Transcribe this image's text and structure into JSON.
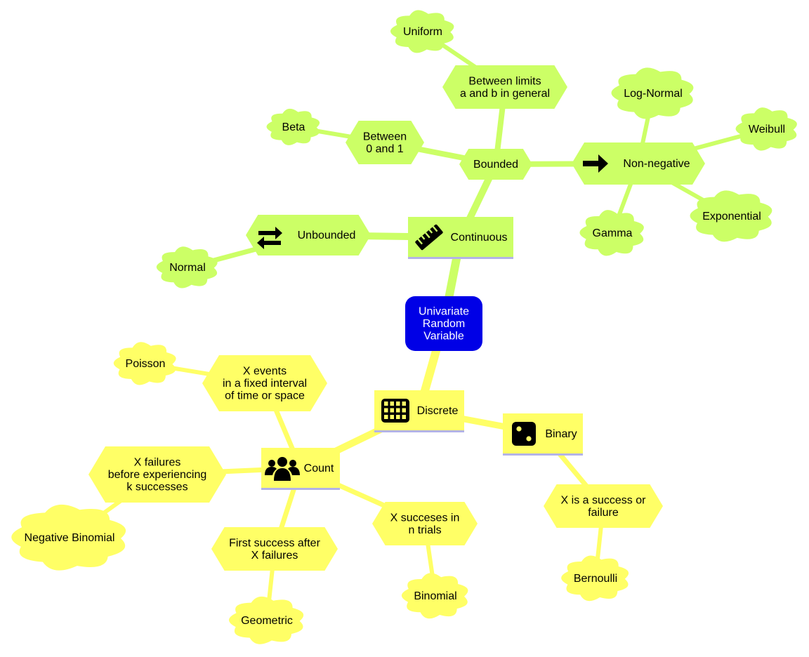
{
  "colors": {
    "continuous": "#ccff66",
    "discrete": "#ffff66",
    "root": "#0000e6",
    "root_text": "#ffffff",
    "text": "#000000",
    "underline": "#b3b3e6"
  },
  "diagram": {
    "root": {
      "label": [
        "Univariate",
        "Random",
        "Variable"
      ]
    },
    "nodes": {
      "continuous": {
        "label": [
          "Continuous"
        ],
        "icon": "ruler-icon"
      },
      "unbounded": {
        "label": [
          "Unbounded"
        ],
        "icon": "swap-arrows-icon"
      },
      "normal": {
        "label": [
          "Normal"
        ]
      },
      "bounded": {
        "label": [
          "Bounded"
        ]
      },
      "between01": {
        "label": [
          "Between",
          "0 and 1"
        ]
      },
      "beta": {
        "label": [
          "Beta"
        ]
      },
      "betweenab": {
        "label": [
          "Between limits",
          "a and b in general"
        ]
      },
      "uniform": {
        "label": [
          "Uniform"
        ]
      },
      "nonneg": {
        "label": [
          "Non-negative"
        ],
        "icon": "arrow-right-icon"
      },
      "lognormal": {
        "label": [
          "Log-Normal"
        ]
      },
      "weibull": {
        "label": [
          "Weibull"
        ]
      },
      "exponential": {
        "label": [
          "Exponential"
        ]
      },
      "gamma": {
        "label": [
          "Gamma"
        ]
      },
      "discrete": {
        "label": [
          "Discrete"
        ],
        "icon": "grid-icon"
      },
      "binary": {
        "label": [
          "Binary"
        ],
        "icon": "dice-icon"
      },
      "successfail": {
        "label": [
          "X is a success or",
          "failure"
        ]
      },
      "bernoulli": {
        "label": [
          "Bernoulli"
        ]
      },
      "count": {
        "label": [
          "Count"
        ],
        "icon": "users-icon"
      },
      "xevents": {
        "label": [
          "X events",
          "in a fixed interval",
          "of time or space"
        ]
      },
      "poisson": {
        "label": [
          "Poisson"
        ]
      },
      "xfailures": {
        "label": [
          "X failures",
          "before experiencing",
          "k successes"
        ]
      },
      "negbinomial": {
        "label": [
          "Negative Binomial"
        ]
      },
      "firstsuccess": {
        "label": [
          "First success after",
          "X failures"
        ]
      },
      "geometric": {
        "label": [
          "Geometric"
        ]
      },
      "xsuccesses": {
        "label": [
          "X succeses in",
          "n trials"
        ]
      },
      "binomial": {
        "label": [
          "Binomial"
        ]
      }
    }
  }
}
